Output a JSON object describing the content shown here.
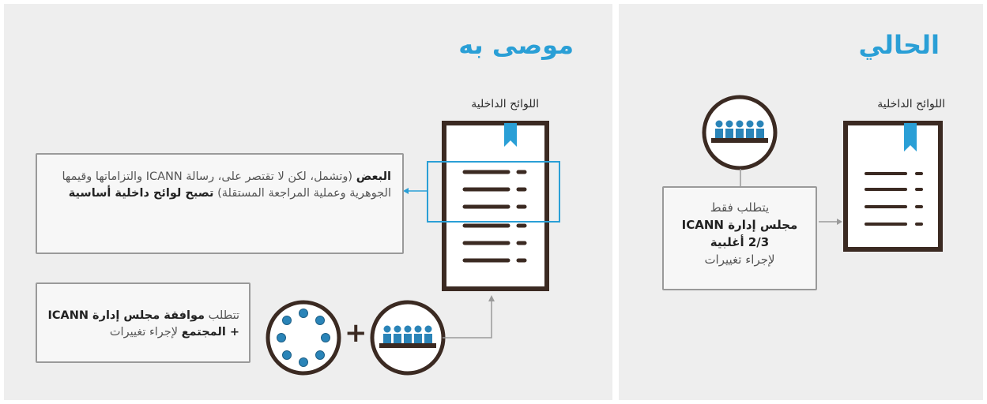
{
  "recommended": {
    "heading": "موصى به",
    "doc_label": "اللوائح الداخلية",
    "callout": {
      "lead_bold": "البعض",
      "text": " (وتشمل، لكن لا تقتصر على، رسالة ICANN والتزاماتها وقيمها الجوهرية وعملية المراجعة المستقلة) ",
      "tail_bold": "تصبح لوائح داخلية أساسية"
    },
    "approval": {
      "prefix": "تتطلب ",
      "bold": "موافقة مجلس إدارة ICANN + المجتمع",
      "suffix": " لإجراء تغييرات"
    },
    "plus_sign": "+"
  },
  "current": {
    "heading": "الحالي",
    "doc_label": "اللوائح الداخلية",
    "requirement": {
      "line1": "يتطلب فقط",
      "line2": "مجلس إدارة ICANN",
      "line3": "2/3 أغلبية",
      "line4": "لإجراء تغييرات"
    }
  },
  "colors": {
    "accent_blue": "#2a9fd6",
    "dark_brown": "#3b2a22",
    "person_blue": "#2a84b8",
    "panel_bg": "#eeeeee"
  }
}
